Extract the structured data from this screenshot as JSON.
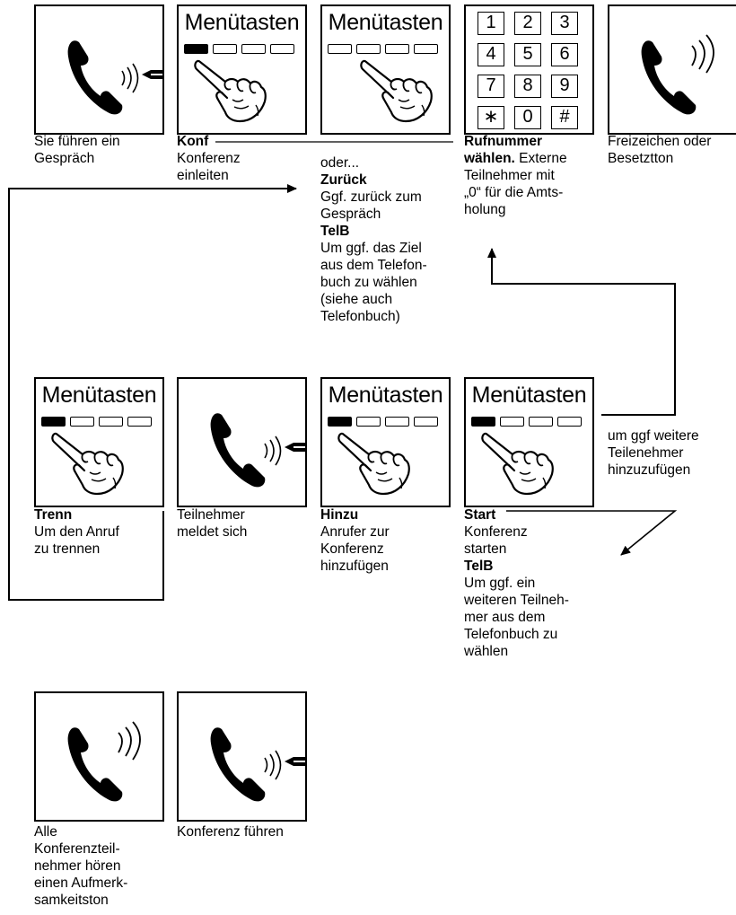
{
  "icons": {
    "conversation": "handset-with-sound-waves-icon",
    "ringing": "ringing-handset-icon",
    "menu_keys": "menu-softkey-display-icon",
    "pointing_hand": "pointing-hand-icon",
    "keypad": "dial-keypad-icon"
  },
  "menu_label": "Menütasten",
  "keypad_keys": [
    "1",
    "2",
    "3",
    "4",
    "5",
    "6",
    "7",
    "8",
    "9",
    "∗",
    "0",
    "#"
  ],
  "captions": {
    "step1": [
      "Sie führen ein",
      "Gespräch"
    ],
    "step2": {
      "key": "Konf",
      "lines": [
        "Konferenz",
        "einleiten"
      ]
    },
    "step3": {
      "or": "oder...",
      "key1": "Zurück",
      "key1_lines": [
        "Ggf. zurück zum",
        "Gespräch"
      ],
      "key2": "TelB",
      "key2_lines": [
        "Um ggf. das Ziel",
        "aus dem Telefon-",
        "buch zu wählen",
        "(siehe auch",
        "Telefonbuch)"
      ]
    },
    "step4": {
      "key": "Rufnummer",
      "key2": "wählen.",
      "rest": " Externe",
      "lines": [
        "Teilnehmer mit",
        "„0“ für die Amts-",
        "holung"
      ]
    },
    "step5": [
      "Freizeichen oder",
      "Besetztton"
    ],
    "row2_1": {
      "key": "Trenn",
      "lines": [
        "Um den Anruf",
        "zu trennen"
      ]
    },
    "row2_2": [
      "Teilnehmer",
      "meldet sich"
    ],
    "row2_3": {
      "key": "Hinzu",
      "lines": [
        "Anrufer zur",
        "Konferenz",
        "hinzufügen"
      ]
    },
    "row2_4": {
      "key1": "Start",
      "key1_lines": [
        "Konferenz",
        "starten"
      ],
      "key2": "TelB",
      "key2_lines": [
        "Um ggf. ein",
        "weiteren Teilneh-",
        "mer aus dem",
        "Telefonbuch zu",
        "wählen"
      ]
    },
    "row2_side": [
      "um ggf weitere",
      "Teilenehmer",
      "hinzuzufügen"
    ],
    "row3_1": [
      "Alle",
      "Konferenzteil-",
      "nehmer hören",
      "einen Aufmerk-",
      "samkeitston"
    ],
    "row3_2": [
      "Konferenz führen"
    ]
  }
}
